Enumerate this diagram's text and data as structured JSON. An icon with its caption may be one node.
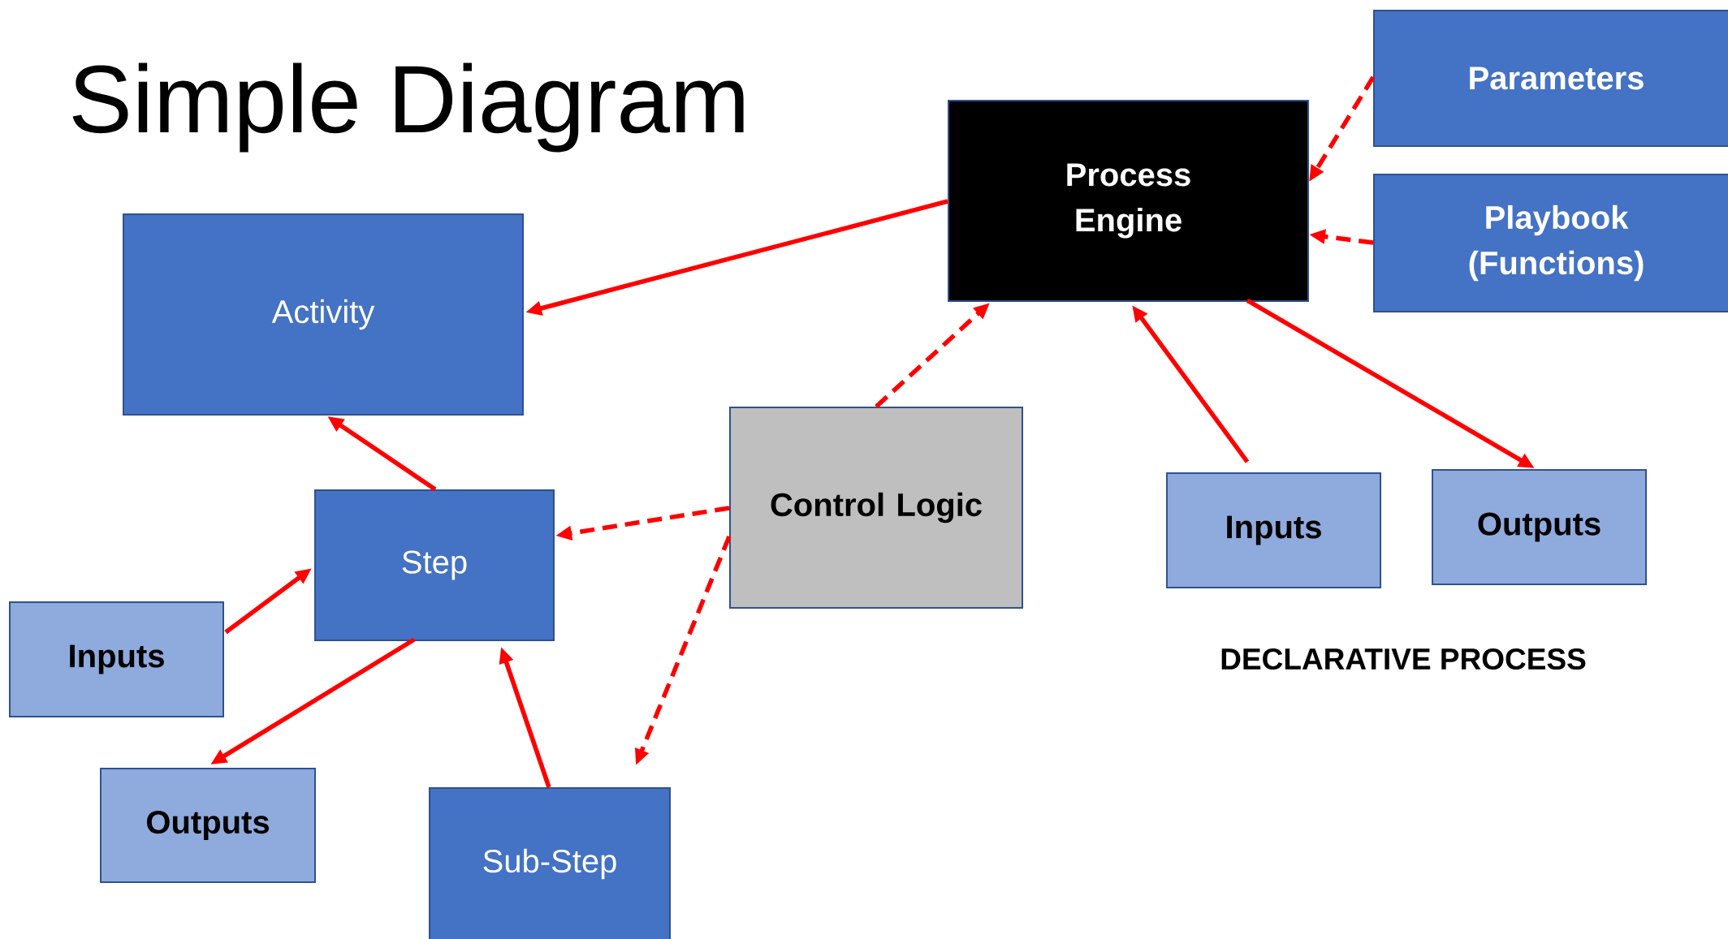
{
  "diagram": {
    "title": "Simple Diagram",
    "nodes": [
      {
        "text": [
          "Activity"
        ]
      },
      {
        "text": [
          "Step"
        ]
      },
      {
        "text": [
          "Inputs"
        ]
      },
      {
        "text": [
          "Outputs"
        ]
      },
      {
        "text": [
          "Sub-Step"
        ]
      },
      {
        "text": [
          "Control Logic"
        ]
      },
      {
        "text": [
          "Process Engine"
        ]
      },
      {
        "text": [
          "Parameters"
        ]
      },
      {
        "text": [
          "Playbook (Functions)"
        ]
      },
      {
        "text": [
          "Inputs"
        ]
      },
      {
        "text": [
          "Outputs"
        ]
      }
    ],
    "edges": [
      {
        "from": 6,
        "to": 0,
        "arrow": "to"
      },
      {
        "from": 1,
        "to": 0,
        "arrow": "to"
      },
      {
        "from": 2,
        "to": 1,
        "arrow": "to"
      },
      {
        "from": 1,
        "to": 3,
        "arrow": "to"
      },
      {
        "from": 4,
        "to": 1,
        "arrow": "to"
      },
      {
        "from": 5,
        "to": 1,
        "arrow": "to",
        "style": "dashed"
      },
      {
        "from": 5,
        "to": 4,
        "arrow": "to",
        "style": "dashed"
      },
      {
        "from": 5,
        "to": 6,
        "arrow": "to",
        "style": "dashed"
      },
      {
        "from": 7,
        "to": 6,
        "arrow": "to",
        "style": "dashed"
      },
      {
        "from": 8,
        "to": 6,
        "arrow": "to",
        "style": "dashed"
      },
      {
        "from": 9,
        "to": 6,
        "arrow": "to"
      },
      {
        "from": 6,
        "to": 10,
        "arrow": "to"
      }
    ],
    "labels": [
      "DECLARATIVE PROCESS"
    ]
  }
}
